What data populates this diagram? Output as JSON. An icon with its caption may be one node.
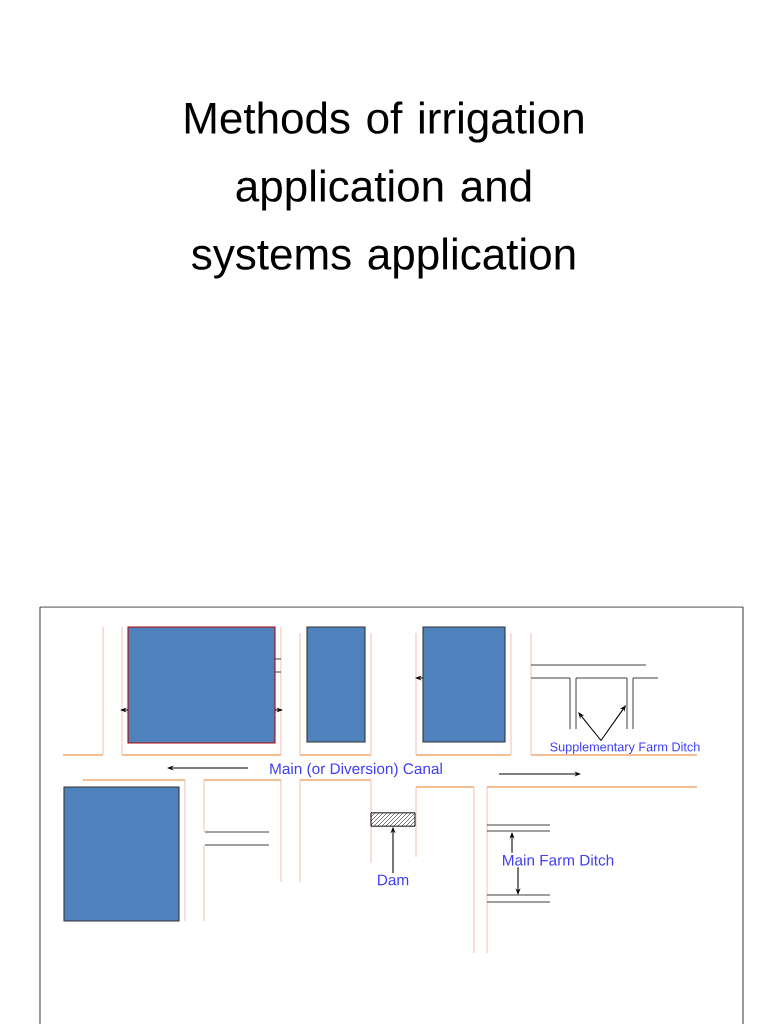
{
  "diagram": {
    "title": "Methods of irrigation application and systems application",
    "nodes": [
      {
        "text": [
          "Supplementary Farm Ditch"
        ]
      },
      {
        "text": [
          "Dam"
        ]
      },
      {
        "text": [],
        "shape": "box"
      },
      {
        "text": [
          "Main Farm Ditch"
        ]
      }
    ],
    "edges": [
      {
        "from": 0,
        "to": null,
        "arrow": "to"
      },
      {
        "from": 0,
        "to": null,
        "arrow": "to"
      },
      {
        "from": 1,
        "to": 2,
        "arrow": "to"
      },
      {
        "from": 3,
        "to": null,
        "arrow": "to"
      },
      {
        "from": 3,
        "to": null,
        "arrow": "to"
      }
    ],
    "labels": [
      "Main (or Diversion) Canal"
    ]
  }
}
